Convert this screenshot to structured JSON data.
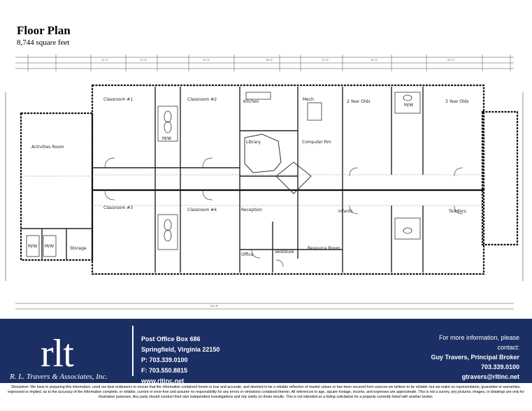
{
  "header": {
    "title": "Floor Plan",
    "subtitle": "8,744 square feet"
  },
  "rooms": [
    {
      "id": "classroom-1",
      "label": "Classroom #1"
    },
    {
      "id": "classroom-2",
      "label": "Classroom #2"
    },
    {
      "id": "kitchen",
      "label": "Kitchen"
    },
    {
      "id": "mech",
      "label": "Mech"
    },
    {
      "id": "two-year-olds",
      "label": "2 Year Olds"
    },
    {
      "id": "three-year-olds",
      "label": "3 Year Olds"
    },
    {
      "id": "activities-room",
      "label": "Activities Room"
    },
    {
      "id": "library",
      "label": "Library"
    },
    {
      "id": "computer-rm",
      "label": "Computer Rm"
    },
    {
      "id": "classroom-3",
      "label": "Classroom #3"
    },
    {
      "id": "classroom-4",
      "label": "Classroom #4"
    },
    {
      "id": "reception",
      "label": "Reception"
    },
    {
      "id": "infants",
      "label": "Infants"
    },
    {
      "id": "toddlers",
      "label": "Toddlers"
    },
    {
      "id": "storage",
      "label": "Storage"
    },
    {
      "id": "office",
      "label": "Office"
    },
    {
      "id": "vestibule",
      "label": "Vestibule"
    },
    {
      "id": "resource-room",
      "label": "Resource Room"
    },
    {
      "id": "mw-1",
      "label": "M/W"
    },
    {
      "id": "mw-2",
      "label": "M/W"
    },
    {
      "id": "mw-3",
      "label": "M/W"
    },
    {
      "id": "mw-4",
      "label": "M/W"
    }
  ],
  "footer": {
    "logo": "rlt",
    "company": "R. L. Travers & Associates, Inc.",
    "address": {
      "po_box": "Post Office Box 686",
      "city": "Springfield, Virginia 22150",
      "phone": "P: 703.339.0100",
      "fax": "F: 703.550.8815",
      "website": "www.rltinc.net"
    },
    "contact": {
      "line1": "For more information, please",
      "line2": "contact:",
      "name": "Guy Travers, Principal Broker",
      "phone": "703.339.0100",
      "email": "gtravers@rltinc.net"
    }
  },
  "disclaimer": {
    "text": "Disclaimer: We have in preparing this information, used our best endeavors to ensure that the information contained herein is true and accurate, and deemed to be a reliable reflection of market values or has been secured from sources we believe to be reliable, but we make no representation, guarantee or warranties, expressed or implied, as to the accuracy of the information complete, or reliable, current or error-free and assume no responsibility for any errors or omissions contained therein. All references to age, square footage, income, and expenses are approximate. This is not a survey, any pictures, images, or drawings are only for illustrative purposes. Any party should conduct their own independent investigations and rely solely on those results.",
    "italic": "This is not intended as a listing solicitation for a property currently listed with another broker."
  }
}
